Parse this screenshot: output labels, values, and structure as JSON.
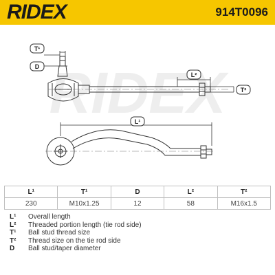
{
  "header": {
    "brand": "RIDEX",
    "part_number": "914T0096"
  },
  "drawing": {
    "watermark": "RIDEX",
    "labels": {
      "t1": "T¹",
      "d": "D",
      "l2": "L²",
      "t2": "T²",
      "l1": "L¹"
    }
  },
  "table": {
    "headers": [
      "L¹",
      "T¹",
      "D",
      "L²",
      "T²"
    ],
    "values": [
      "230",
      "M10x1.25",
      "12",
      "58",
      "M16x1.5"
    ]
  },
  "legend": [
    {
      "key": "L¹",
      "text": "Overall length"
    },
    {
      "key": "L²",
      "text": "Threaded portion length (tie rod side)"
    },
    {
      "key": "T¹",
      "text": "Ball stud thread size"
    },
    {
      "key": "T²",
      "text": "Thread size on the tie rod side"
    },
    {
      "key": "D",
      "text": "Ball stud/taper diameter"
    }
  ],
  "colors": {
    "header_bg": "#f6c600",
    "line": "#333333",
    "watermark": "#eeeeee"
  }
}
